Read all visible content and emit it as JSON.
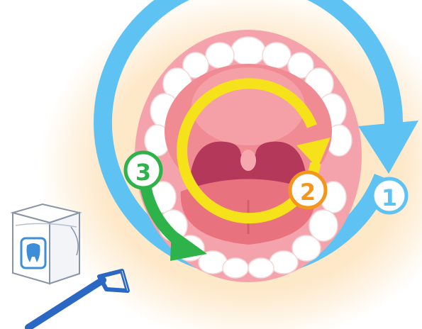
{
  "colors": {
    "background_glow": "#fde4bf",
    "step1": "#5ec3f2",
    "step2": "#f2961e",
    "step2_ring": "#f6e21a",
    "step3": "#2db34a",
    "gum": "#f7a9b4",
    "teeth": "#ffffff",
    "palate": "#f28b94",
    "throat": "#b33a57",
    "floss_case": "#ffffff",
    "floss_icon": "#3d8ed8",
    "floss_pick": "#2b68c3"
  },
  "steps": [
    {
      "number": "1",
      "color": "#5ec3f2",
      "path": "outer-arc"
    },
    {
      "number": "2",
      "color": "#f2961e",
      "path": "inner-circle"
    },
    {
      "number": "3",
      "color": "#2db34a",
      "path": "left-down-arrow"
    }
  ],
  "icons": [
    "mouth-illustration",
    "floss-box-icon",
    "floss-pick-icon",
    "tooth-icon"
  ]
}
